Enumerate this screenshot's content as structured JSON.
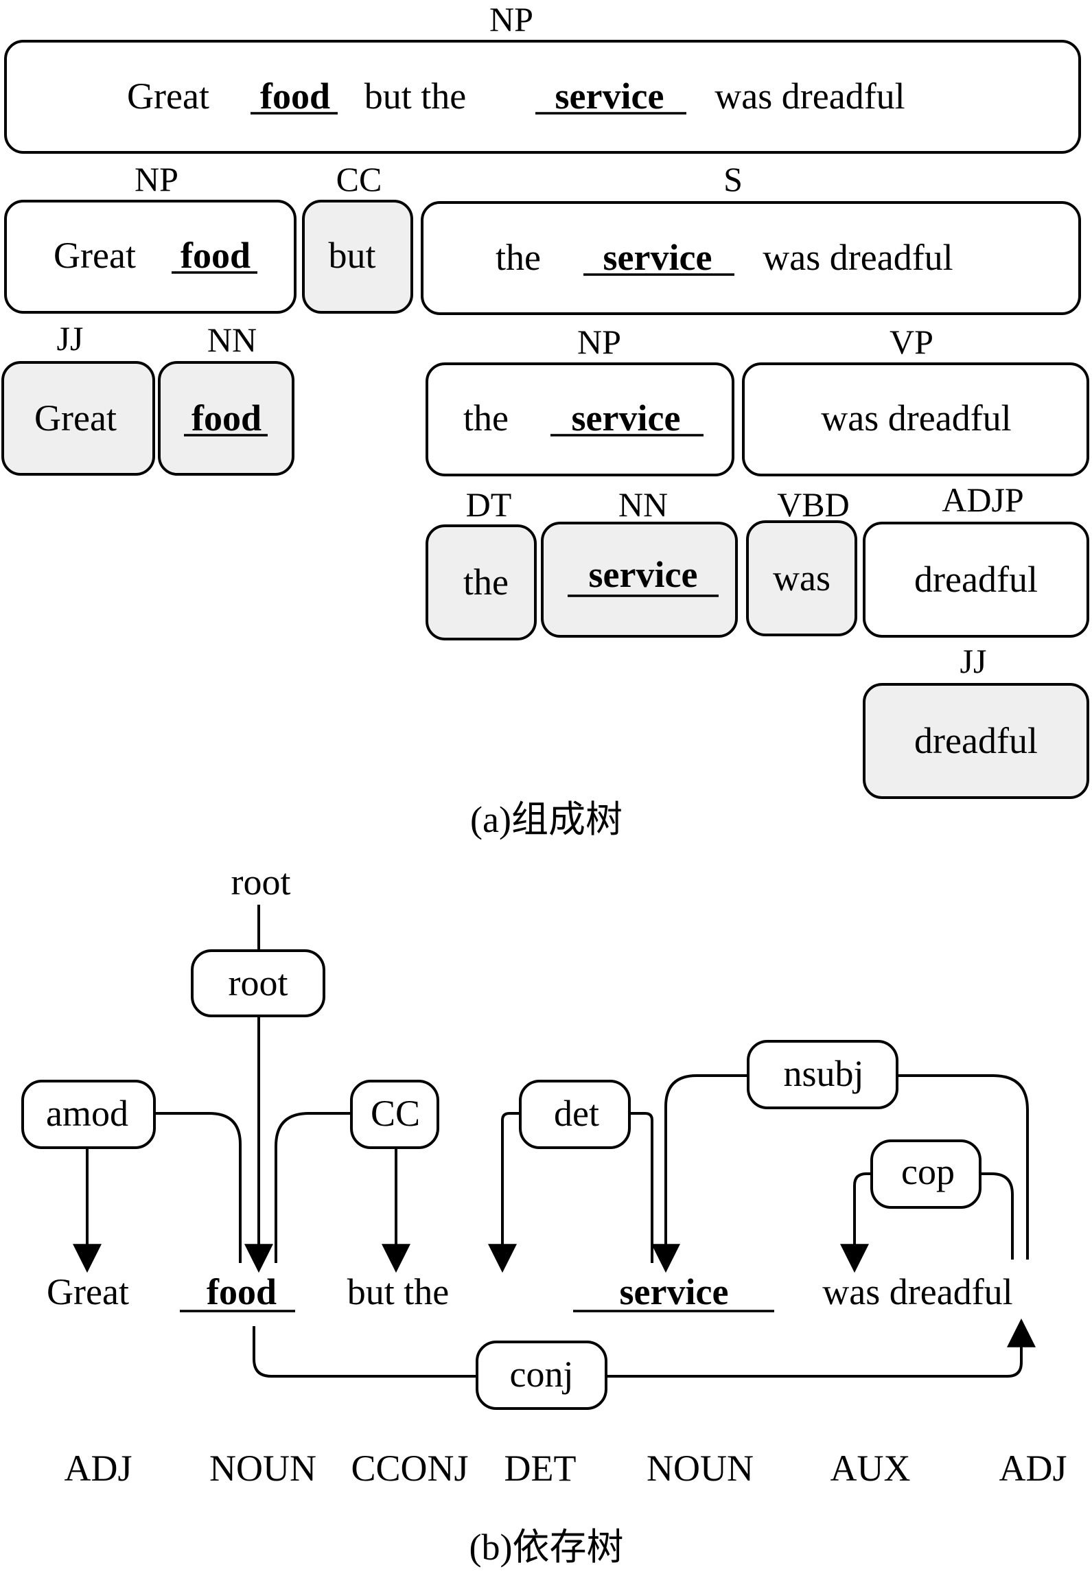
{
  "constituency_tree": {
    "caption": "(a)组成树",
    "nodes": {
      "root": {
        "label": "NP",
        "words": [
          "Great",
          "food",
          "but the",
          "service",
          "was dreadful"
        ]
      },
      "np_left": {
        "label": "NP",
        "words": [
          "Great",
          "food"
        ]
      },
      "cc": {
        "label": "CC",
        "words": [
          "but"
        ]
      },
      "s": {
        "label": "S",
        "words": [
          "the",
          "service",
          "was dreadful"
        ]
      },
      "jj_great": {
        "label": "JJ",
        "words": [
          "Great"
        ]
      },
      "nn_food": {
        "label": "NN",
        "words": [
          "food"
        ]
      },
      "np_right": {
        "label": "NP",
        "words": [
          "the",
          "service"
        ]
      },
      "vp": {
        "label": "VP",
        "words": [
          "was dreadful"
        ]
      },
      "dt": {
        "label": "DT",
        "words": [
          "the"
        ]
      },
      "nn_service": {
        "label": "NN",
        "words": [
          "service"
        ]
      },
      "vbd": {
        "label": "VBD",
        "words": [
          "was"
        ]
      },
      "adjp": {
        "label": "ADJP",
        "words": [
          "dreadful"
        ]
      },
      "jj_dreadful": {
        "label": "JJ",
        "words": [
          "dreadful"
        ]
      }
    }
  },
  "dependency_tree": {
    "caption": "(b)依存树",
    "root_text": "root",
    "words": [
      "Great",
      "food",
      "but the",
      "service",
      "was dreadful"
    ],
    "relations": [
      "root",
      "amod",
      "CC",
      "det",
      "nsubj",
      "cop",
      "conj"
    ],
    "pos_tags": [
      "ADJ",
      "NOUN",
      "CCONJ",
      "DET",
      "NOUN",
      "AUX",
      "ADJ"
    ]
  }
}
